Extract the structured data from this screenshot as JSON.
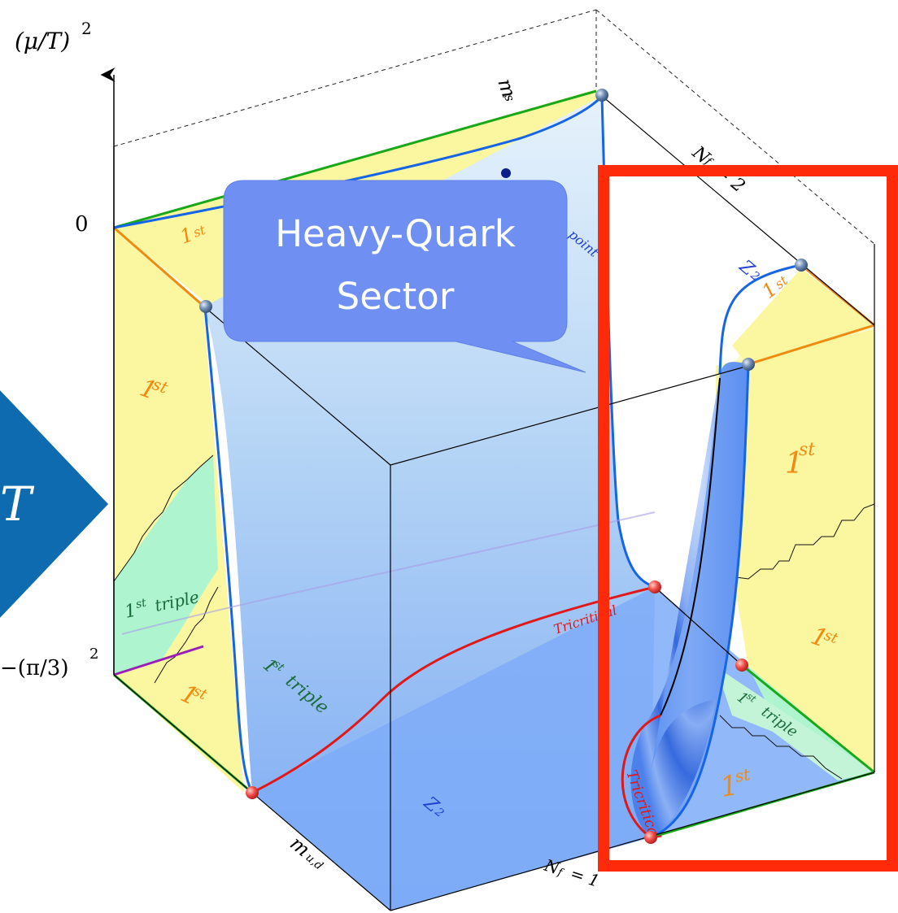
{
  "axis": {
    "y_label_base": "(μ/T)",
    "y_label_exp": "2",
    "tick_zero": "0",
    "tick_neg": "−(π/3)",
    "tick_neg_exp": "2",
    "ms_label": "m",
    "ms_sub": "s",
    "mud_label": "m",
    "mud_sub": "u,d",
    "nf2_label": "N",
    "nf2_sub": "f",
    "nf2_value": "= 2",
    "nf1_label": "N",
    "nf1_sub": "f",
    "nf1_value": "= 1"
  },
  "callout": {
    "line1": "Heavy-Quark",
    "line2": "Sector"
  },
  "left_arrow_text": "T",
  "regions": {
    "first_top_left": "1",
    "first_left": "1",
    "first_triple_left": "1",
    "triple_word": "triple",
    "first_bottom_left": "1",
    "first_triple_front": "1",
    "first_top_right": "1",
    "first_right_mid": "1",
    "first_right_lower": "1",
    "first_triple_right": "1",
    "first_bottom_right": "1",
    "st": "st"
  },
  "lines": {
    "tricritical_main": "Tricritical",
    "tricritical_curve": "Tricritical",
    "z2_top": "Z",
    "z2_sub": "2",
    "z2_bottom": "Z",
    "point_label": "point"
  },
  "colors": {
    "region_yellow": "#fbf7a0",
    "region_green": "#aef5cf",
    "surface_blue": "#7aa8f2",
    "edge_green": "#19a819",
    "edge_orange": "#f08a10",
    "edge_purple": "#9a1fb8",
    "line_blue": "#1565e6",
    "line_red": "#e01818",
    "callout_bg": "#6f8ff2",
    "highlight_red": "#ff2a0a",
    "arrow_blue": "#0e6bb0"
  }
}
